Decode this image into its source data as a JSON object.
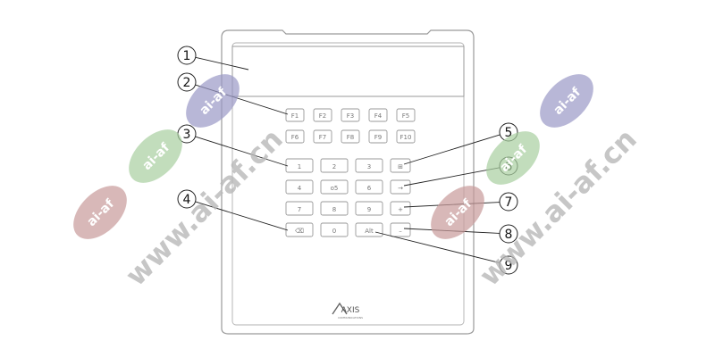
{
  "device": {
    "function_keys": [
      [
        "F1",
        "F2",
        "F3",
        "F4",
        "F5"
      ],
      [
        "F6",
        "F7",
        "F8",
        "F9",
        "F10"
      ]
    ],
    "keypad_rows": [
      [
        "1",
        "2",
        "3",
        "⊞"
      ],
      [
        "4",
        "o5",
        "6",
        "→"
      ],
      [
        "7",
        "8",
        "9",
        "+"
      ],
      [
        "⌫",
        "0",
        "Alt",
        "–"
      ]
    ],
    "logo_text": "AXIS",
    "logo_subtext": "COMMUNICATIONS"
  },
  "callouts": [
    {
      "number": "1"
    },
    {
      "number": "2"
    },
    {
      "number": "3"
    },
    {
      "number": "4"
    },
    {
      "number": "5"
    },
    {
      "number": "6"
    },
    {
      "number": "7"
    },
    {
      "number": "8"
    },
    {
      "number": "9"
    }
  ],
  "watermarks": {
    "url": "www.ai-af.cn",
    "badge": "ai-af",
    "colors": {
      "purple": "#9a98c6",
      "green": "#a8cfa0",
      "red": "#c89a9a",
      "text": "#b8b8b8"
    }
  }
}
